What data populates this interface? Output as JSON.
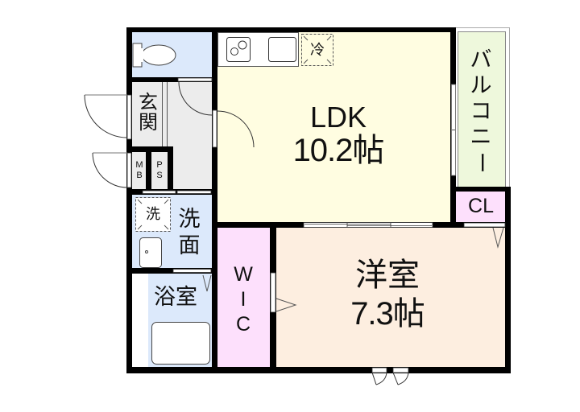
{
  "floorplan": {
    "colors": {
      "wall": "#000000",
      "ldk_floor": "#fffde1",
      "western_room_floor": "#fdeee0",
      "closet_floor": "#fde0fc",
      "wet_area_floor": "#dce9fb",
      "entrance_floor": "#ececec",
      "balcony_floor": "#eef8dc",
      "fixture_line": "#444444"
    },
    "rooms": {
      "ldk": {
        "label": "LDK",
        "area": "10.2帖"
      },
      "western_room": {
        "label": "洋室",
        "area": "7.3帖"
      },
      "walk_in_closet": {
        "label_lines": [
          "W",
          "I",
          "C"
        ]
      },
      "closet": {
        "label": "CL"
      },
      "balcony": {
        "label_lines": [
          "バ",
          "ル",
          "コ",
          "ニ",
          "ー"
        ]
      },
      "entrance": {
        "label_lines": [
          "玄",
          "関"
        ]
      },
      "washroom": {
        "label_lines": [
          "洗",
          "面"
        ]
      },
      "bathroom": {
        "label": "浴室"
      },
      "meter_box": {
        "label_lines": [
          "M",
          "B"
        ]
      },
      "pipe_space": {
        "label_lines": [
          "P",
          "S"
        ]
      },
      "toilet": {
        "icon": "toilet-icon"
      }
    },
    "fixtures": {
      "refrigerator_space": {
        "label": "冷",
        "icon": "refrigerator-space-icon"
      },
      "washer_space": {
        "label": "洗",
        "icon": "washer-space-icon"
      },
      "kitchen_stove": {
        "icon": "stove-icon"
      },
      "kitchen_sink": {
        "icon": "sink-icon"
      },
      "wash_basin": {
        "icon": "wash-basin-icon"
      },
      "bathtub": {
        "icon": "bathtub-icon"
      }
    }
  }
}
